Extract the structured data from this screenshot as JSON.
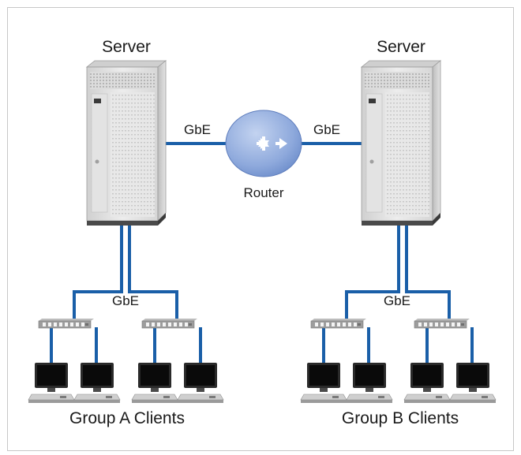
{
  "labels": {
    "server_left": "Server",
    "server_right": "Server",
    "link_left": "GbE",
    "link_right": "GbE",
    "router": "Router",
    "switch_group_a": "GbE",
    "switch_group_b": "GbE",
    "group_a": "Group A Clients",
    "group_b": "Group B Clients"
  },
  "colors": {
    "link": "#1a5fa8",
    "router_fill": "#8ea9dc",
    "server_body": "#e2e2e2",
    "frame": "#c8c8c8"
  }
}
